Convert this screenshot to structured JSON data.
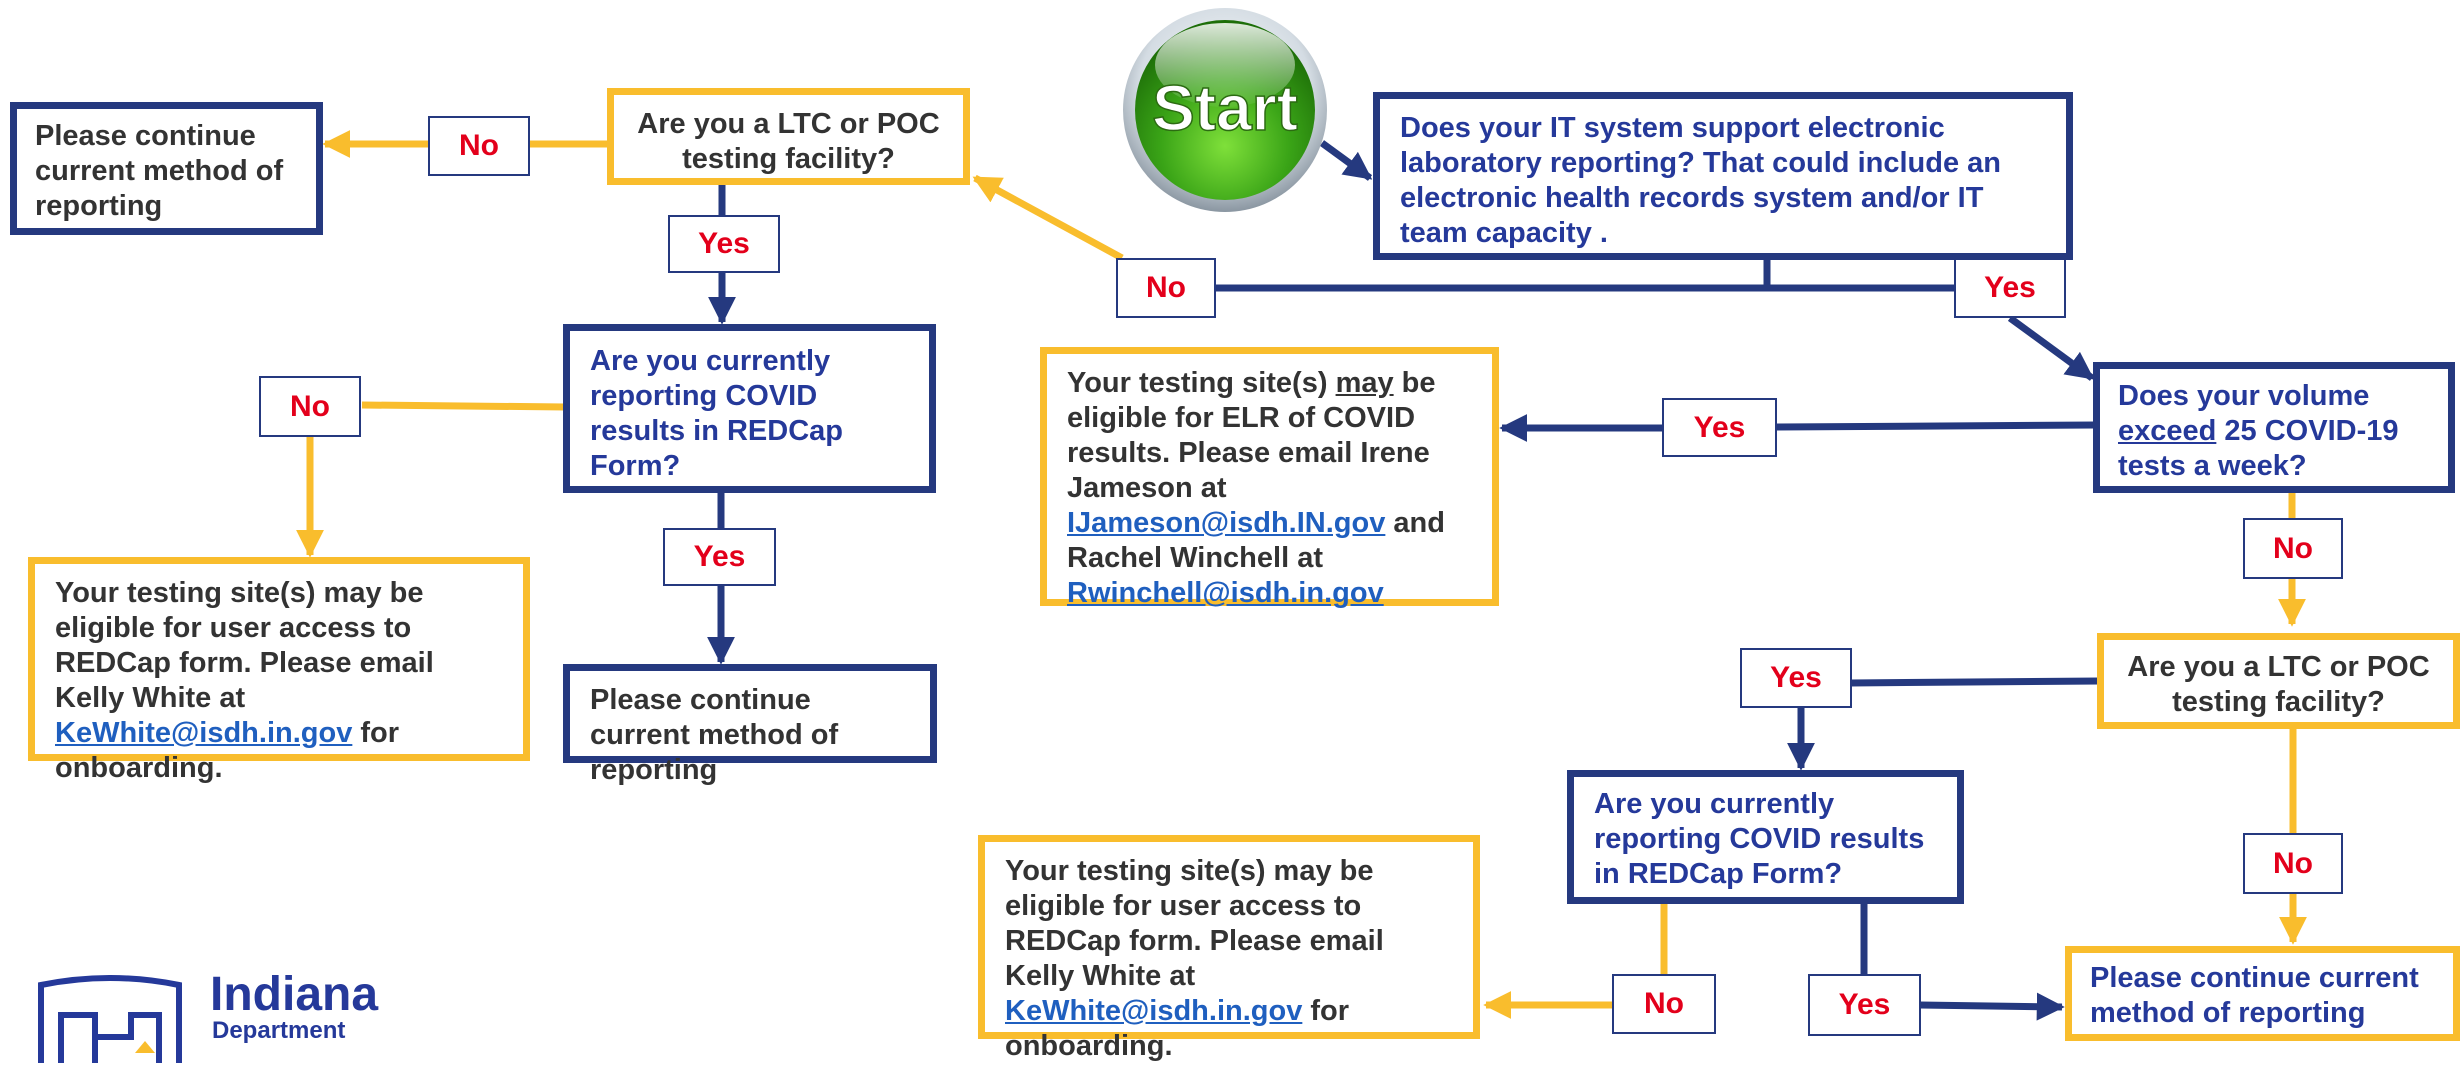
{
  "start": {
    "label": "Start"
  },
  "nodes": {
    "q_it_system": "Does your IT system support electronic laboratory reporting? That could include an electronic health records system and/or IT team capacity .",
    "q_ltc_left": "Are you a LTC or POC testing facility?",
    "end_continue_left": "Please continue current method of reporting",
    "q_redcap_left": "Are you currently reporting COVID results in REDCap Form?",
    "end_continue_mid": "Please continue current method of reporting",
    "q_volume": {
      "line1": "Does your volume",
      "emph": "exceed",
      "rest": " 25 COVID-19 tests a week?"
    },
    "q_ltc_right": "Are you a LTC or POC testing facility?",
    "q_redcap_right": "Are you currently reporting COVID results in REDCap Form?",
    "end_continue_right": "Please continue current method of reporting",
    "elr_info": {
      "p1": "Your testing site(s) ",
      "emph": "may",
      "p2": " be eligible for ELR of COVID results. Please email Irene Jameson at ",
      "email1": "IJameson@isdh.IN.gov",
      "p3": " and Rachel Winchell at ",
      "email2": "Rwinchell@isdh.in.gov"
    },
    "redcap_access_left": {
      "text": "Your testing site(s) may be eligible for user access to REDCap form.  Please email Kelly White at ",
      "email": "KeWhite@isdh.in.gov",
      "tail": " for onboarding."
    },
    "redcap_access_bottom": {
      "text": "Your testing site(s) may be eligible for user access to REDCap form.  Please email Kelly White at ",
      "email": "KeWhite@isdh.in.gov",
      "tail": " for onboarding."
    }
  },
  "labels": {
    "yes": "Yes",
    "no": "No"
  },
  "logo": {
    "name": "Indiana",
    "dept": "Department"
  },
  "colors": {
    "blue": "#25397f",
    "yellow": "#f9bd2d",
    "answer_red": "#e3001b",
    "link": "#1f5fbf",
    "start_green": "#3aa417"
  }
}
